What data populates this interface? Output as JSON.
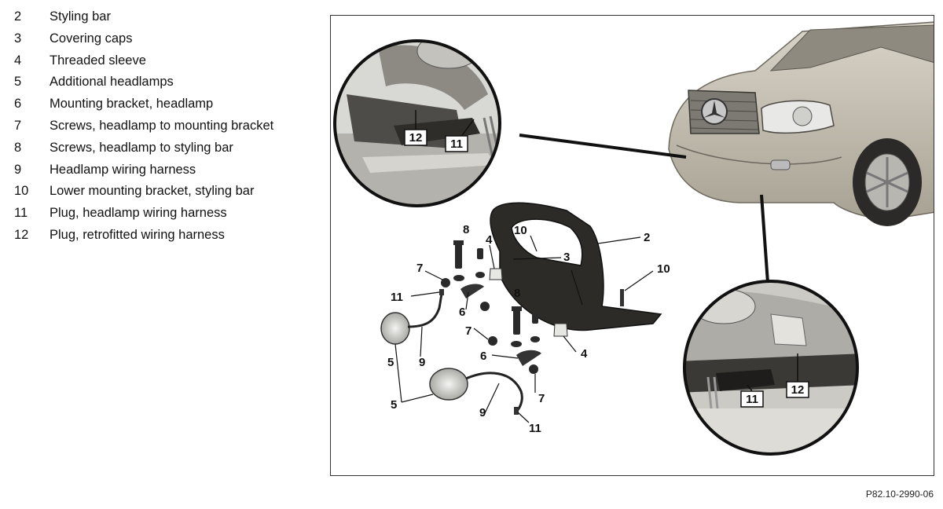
{
  "legend": [
    {
      "num": "2",
      "text": "Styling bar"
    },
    {
      "num": "3",
      "text": "Covering caps"
    },
    {
      "num": "4",
      "text": "Threaded sleeve"
    },
    {
      "num": "5",
      "text": "Additional headlamps"
    },
    {
      "num": "6",
      "text": "Mounting bracket, headlamp"
    },
    {
      "num": "7",
      "text": "Screws, headlamp to mounting bracket"
    },
    {
      "num": "8",
      "text": "Screws, headlamp to styling bar"
    },
    {
      "num": "9",
      "text": "Headlamp wiring harness"
    },
    {
      "num": "10",
      "text": "Lower mounting bracket, styling bar"
    },
    {
      "num": "11",
      "text": "Plug, headlamp wiring harness"
    },
    {
      "num": "12",
      "text": "Plug, retrofitted wiring harness"
    }
  ],
  "callouts": {
    "c2": "2",
    "c3": "3",
    "c4a": "4",
    "c4b": "4",
    "c5a": "5",
    "c5b": "5",
    "c6a": "6",
    "c6b": "6",
    "c7a": "7",
    "c7b": "7",
    "c7c": "7",
    "c8a": "8",
    "c8b": "8",
    "c9a": "9",
    "c9b": "9",
    "c10a": "10",
    "c10b": "10",
    "c11a": "11",
    "c11b": "11",
    "d12a": "12",
    "d11a": "11",
    "d11b": "11",
    "d12b": "12"
  },
  "reference": "P82.10-2990-06"
}
